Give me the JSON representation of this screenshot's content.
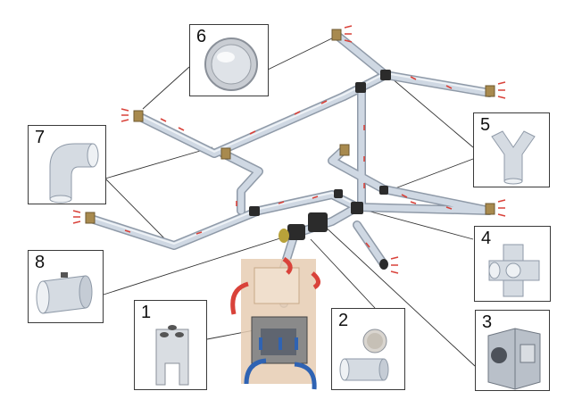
{
  "components": [
    {
      "id": "1",
      "label": "1",
      "icon": "fireplace-insert-icon"
    },
    {
      "id": "2",
      "label": "2",
      "icon": "filter-sleeve-icon"
    },
    {
      "id": "3",
      "label": "3",
      "icon": "fan-box-icon"
    },
    {
      "id": "4",
      "label": "4",
      "icon": "cross-junction-icon"
    },
    {
      "id": "5",
      "label": "5",
      "icon": "y-branch-icon"
    },
    {
      "id": "6",
      "label": "6",
      "icon": "round-vent-grille-icon"
    },
    {
      "id": "7",
      "label": "7",
      "icon": "elbow-bend-icon"
    },
    {
      "id": "8",
      "label": "8",
      "icon": "damper-valve-icon"
    }
  ],
  "colors": {
    "duct": "#c9d3df",
    "duct_edge": "#8f9aa8",
    "outlet": "#a88a4e",
    "hot_arrow": "#d9423a",
    "cold_arrow": "#2f63b3",
    "fireplace_body": "#e6cdb3",
    "leader_line": "#333333"
  }
}
